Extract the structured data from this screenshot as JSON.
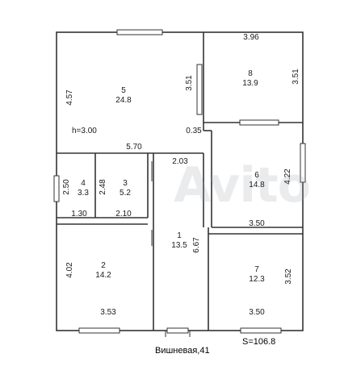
{
  "address": "Вишневая,41",
  "total_area": "S=106.8",
  "ceiling_height": "h=3.00",
  "watermark": "Avito",
  "rooms": [
    {
      "number": "1",
      "area": "13.5"
    },
    {
      "number": "2",
      "area": "14.2"
    },
    {
      "number": "3",
      "area": "5.2"
    },
    {
      "number": "4",
      "area": "3.3"
    },
    {
      "number": "5",
      "area": "24.8"
    },
    {
      "number": "6",
      "area": "14.8"
    },
    {
      "number": "7",
      "area": "12.3"
    },
    {
      "number": "8",
      "area": "13.9"
    }
  ],
  "dimensions": {
    "room8_top": "3.96",
    "room8_right": "3.51",
    "room5_room8_wall": "3.51",
    "room5_left": "4.57",
    "room5_bottom": "5.70",
    "room5_offset": "0.35",
    "room6_left_top": "2.03",
    "room6_right": "4.22",
    "room6_bottom": "3.50",
    "room4_height": "2.50",
    "room3_height": "2.48",
    "room4_width": "1.30",
    "room3_width": "2.10",
    "room1_height": "6.67",
    "room2_left": "4.02",
    "room2_bottom": "3.53",
    "room7_right": "3.52",
    "room7_bottom": "3.50"
  }
}
